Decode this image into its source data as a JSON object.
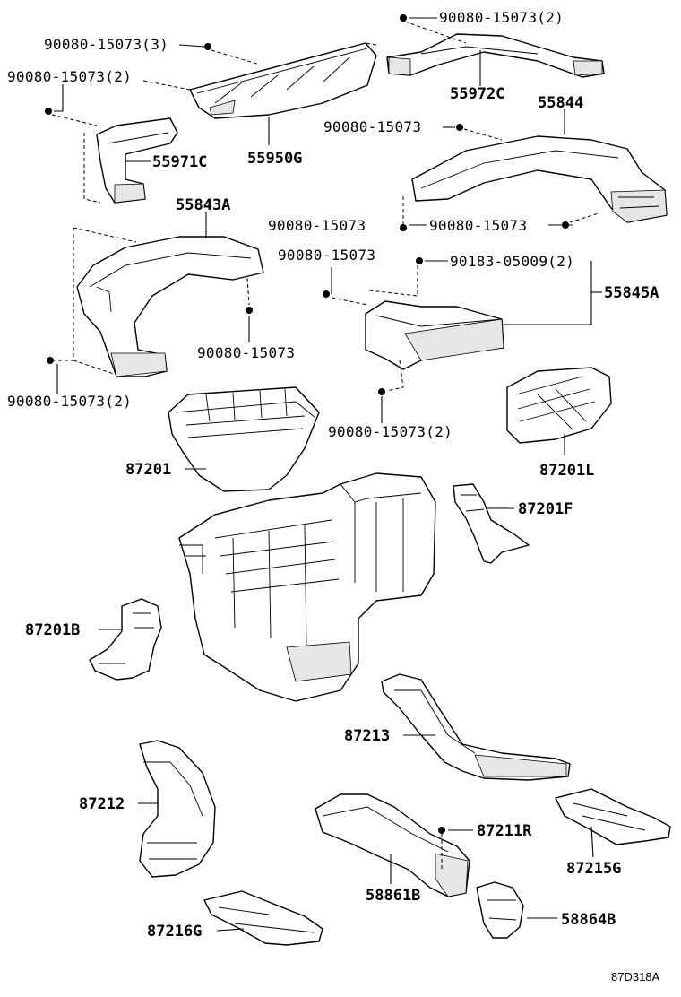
{
  "labels": {
    "l01": "90080-15073(2)",
    "l02": "90080-15073(3)",
    "l03": "90080-15073(2)",
    "l04": "55972C",
    "l05": "55844",
    "l06": "90080-15073",
    "l07": "55971C",
    "l08": "55950G",
    "l09": "55843A",
    "l10": "90080-15073",
    "l11": "90080-15073",
    "l12": "90080-15073",
    "l13": "90183-05009(2)",
    "l14": "55845A",
    "l15": "90080-15073",
    "l16": "90080-15073(2)",
    "l17": "90080-15073(2)",
    "l18": "87201",
    "l19": "87201L",
    "l20": "87201F",
    "l21": "87201B",
    "l22": "87213",
    "l23": "87212",
    "l24": "87211R",
    "l25": "87215G",
    "l26": "58861B",
    "l27": "58864B",
    "l28": "87216G"
  },
  "diagram_code": "87D318A"
}
